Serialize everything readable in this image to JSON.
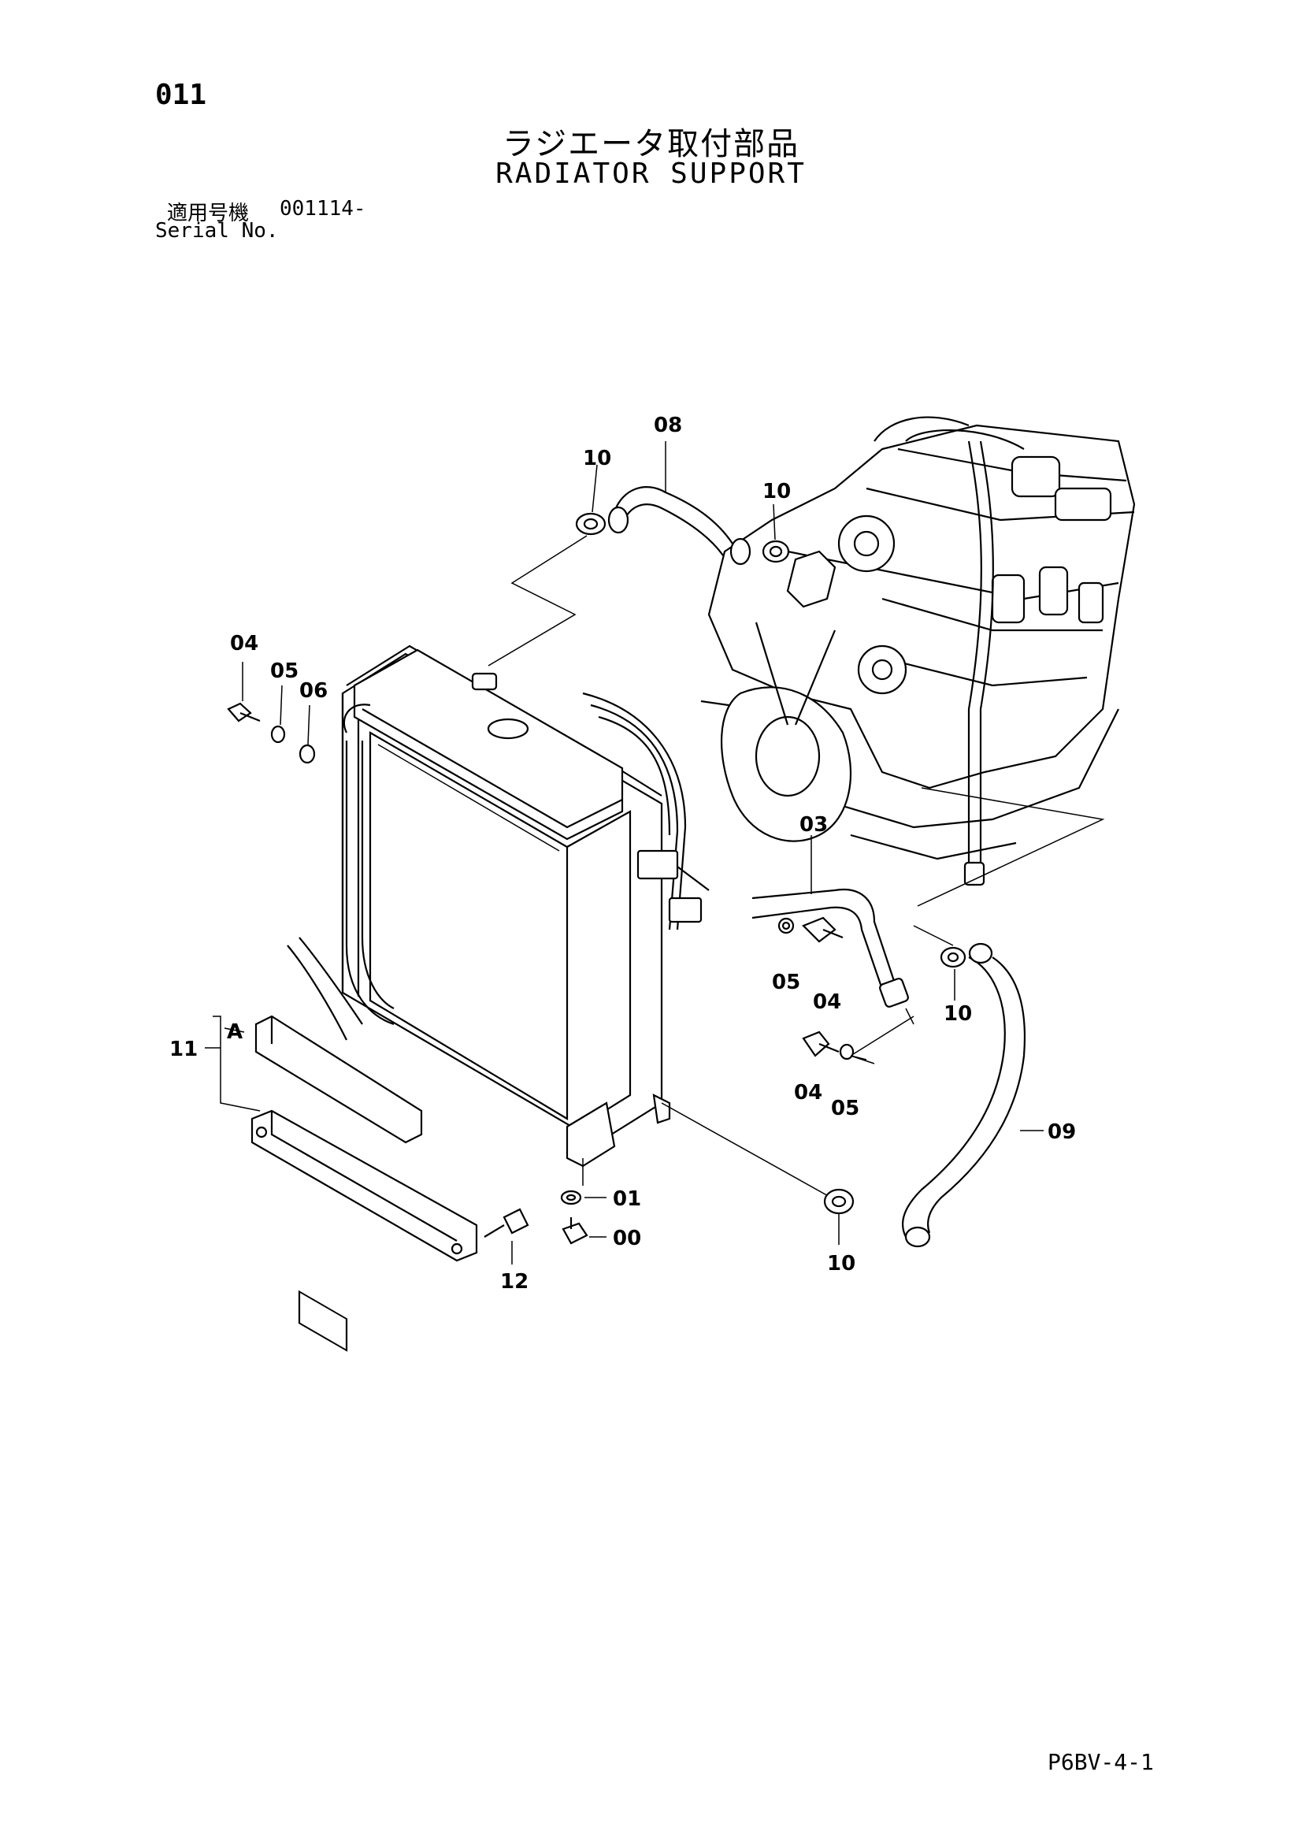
{
  "page_number": "011",
  "title_jp": "ラジエータ取付部品",
  "title_en": "RADIATOR SUPPORT",
  "serial_label_jp": "適用号機",
  "serial_number": "001114-",
  "serial_label_en": "Serial No.",
  "doc_code": "P6BV-4-1",
  "callouts": {
    "hose_upper": "08",
    "clamp_upper_left": "10",
    "clamp_upper_right": "10",
    "bolt_left": "04",
    "washer_left_a": "05",
    "washer_left_b": "06",
    "stay": "03",
    "washer_mid": "05",
    "bolt_mid": "04",
    "clamp_right": "10",
    "bolt_lower": "04",
    "washer_lower": "05",
    "hose_lower": "09",
    "assembly": "11",
    "ref_a": "A",
    "washer_bottom": "01",
    "bolt_bottom": "00",
    "clamp_bottom": "10",
    "bolt_guard": "12"
  }
}
